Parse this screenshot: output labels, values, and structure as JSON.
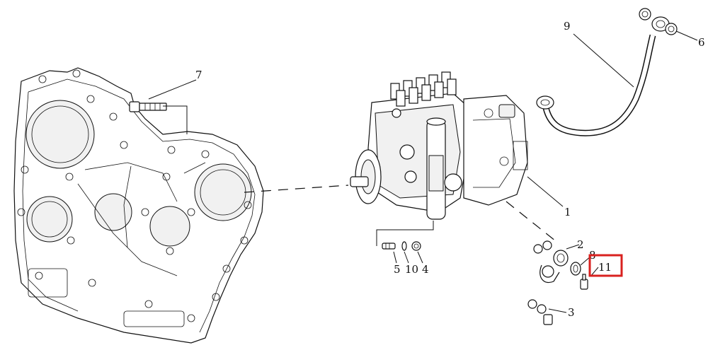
{
  "diagram": {
    "callouts": {
      "c1": "1",
      "c2": "2",
      "c3": "3",
      "c4": "4",
      "c5": "5",
      "c6": "6",
      "c7": "7",
      "c8": "8",
      "c9": "9",
      "c10": "10",
      "c11": "11"
    },
    "highlight_color": "#d9211f"
  }
}
